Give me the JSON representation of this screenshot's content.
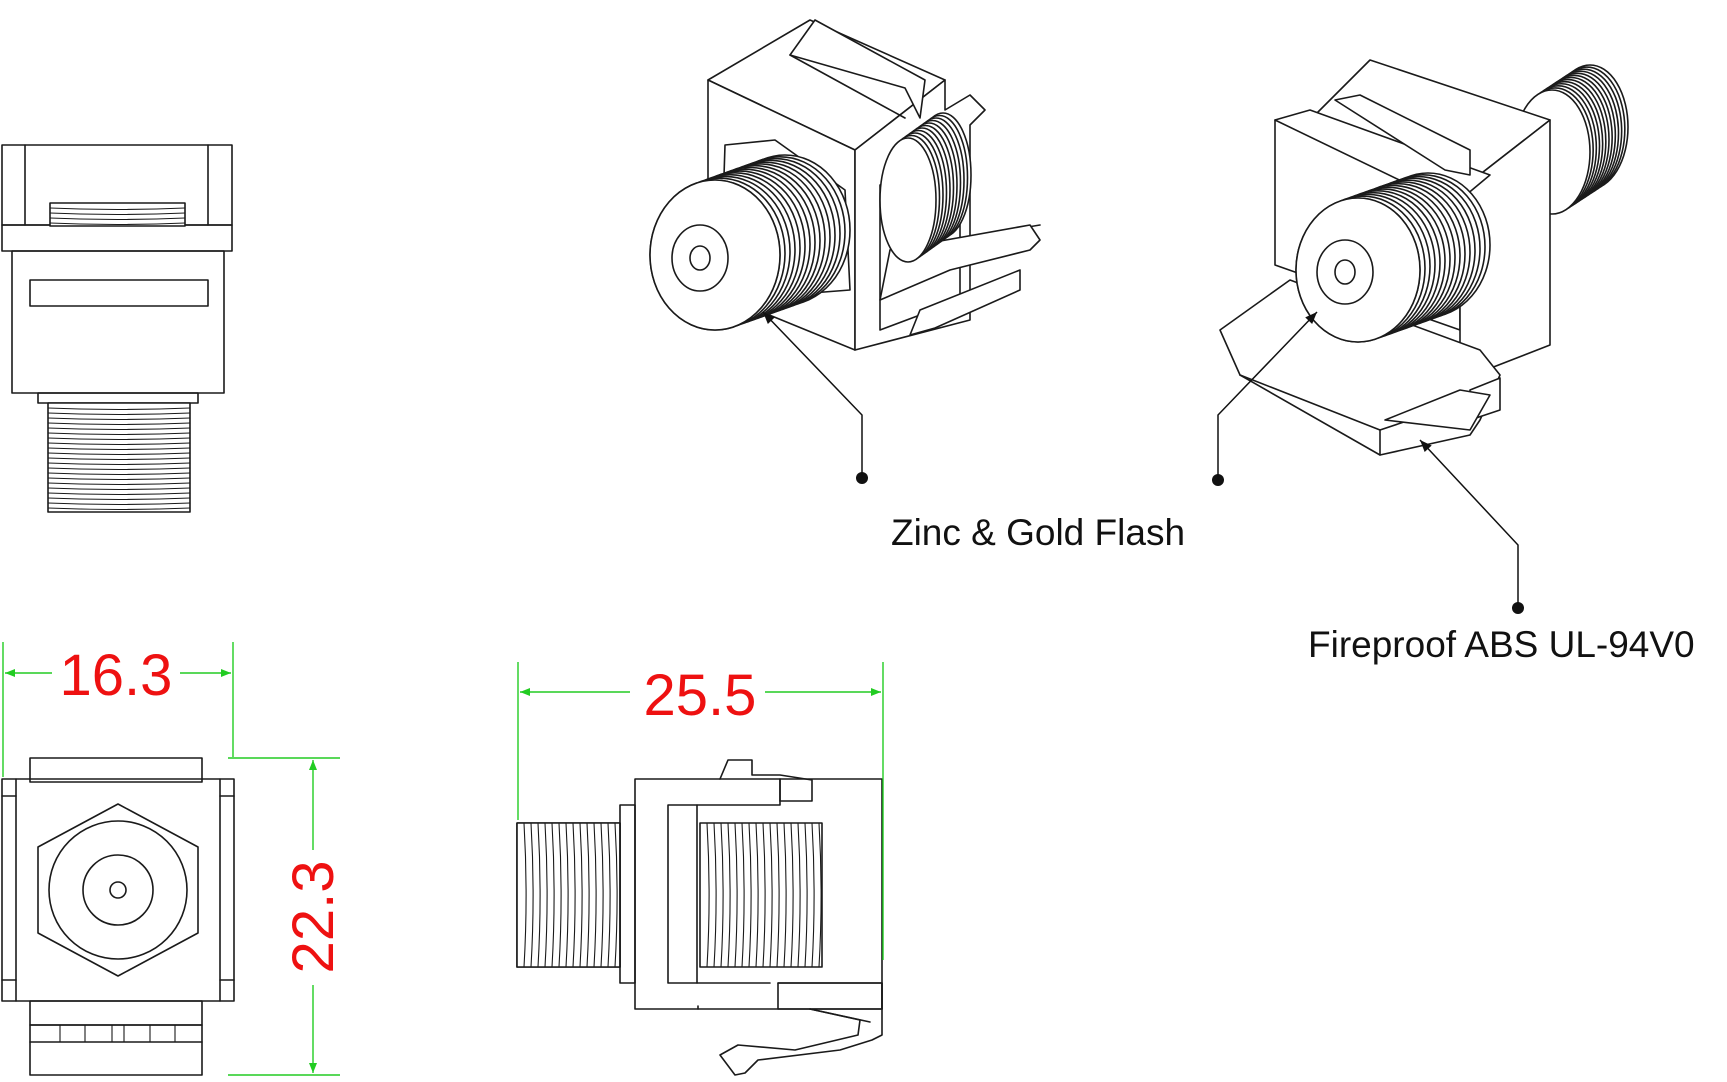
{
  "dimensions": {
    "width": "16.3",
    "height": "22.3",
    "depth": "25.5"
  },
  "callouts": {
    "contact_material": "Zinc & Gold Flash",
    "housing_material": "Fireproof ABS UL-94V0"
  },
  "colors": {
    "dimension_lines": "#22cc22",
    "dimension_text": "#ee1111",
    "outline": "#1a1a1a"
  }
}
